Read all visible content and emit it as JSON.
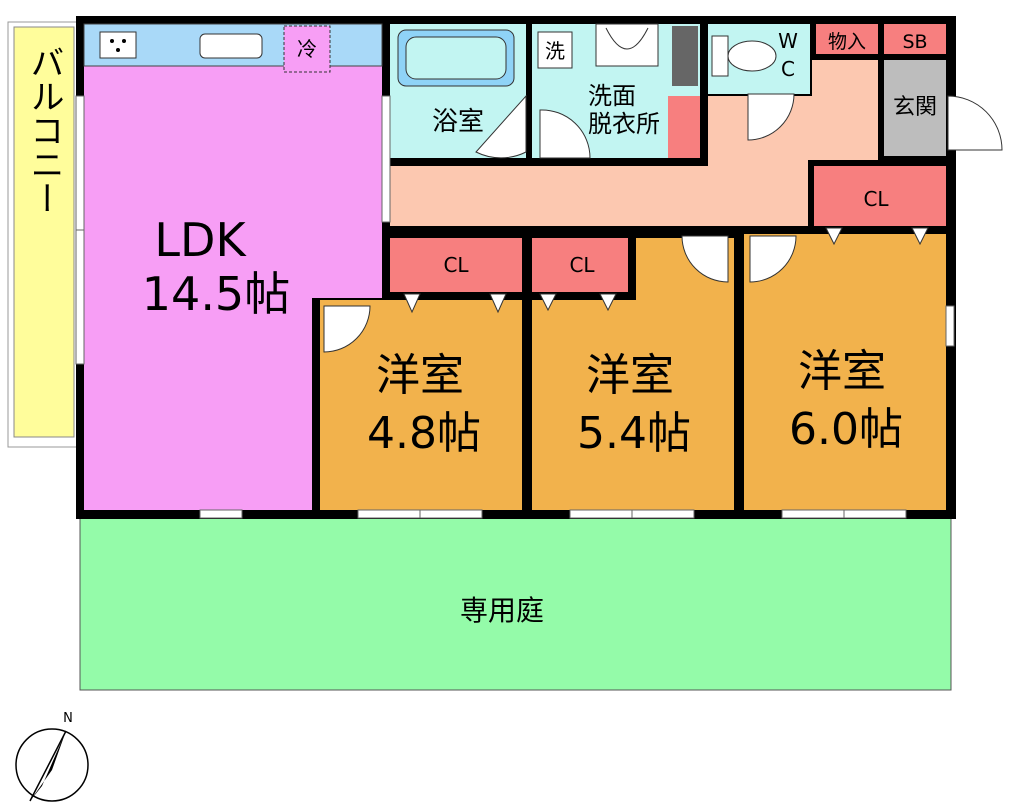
{
  "rooms": {
    "balcony": "バルコニー",
    "ldk_name": "LDK",
    "ldk_size": "14.5帖",
    "bath": "浴室",
    "washroom_line1": "洗面",
    "washroom_line2": "脱衣所",
    "washer": "洗",
    "fridge": "冷",
    "wc_line1": "W",
    "wc_line2": "C",
    "storage": "物入",
    "shoe_box": "SB",
    "entrance": "玄関",
    "closet": "CL",
    "room1_name": "洋室",
    "room1_size": "4.8帖",
    "room2_name": "洋室",
    "room2_size": "5.4帖",
    "room3_name": "洋室",
    "room3_size": "6.0帖",
    "garden": "専用庭"
  },
  "compass": {
    "north": "N"
  },
  "colors": {
    "ldk": "#f79ef5",
    "western_room": "#f2b24c",
    "hall": "#fcc8b0",
    "wet_area": "#c2f5f2",
    "closet": "#f77f7f",
    "garden": "#94fba9",
    "balcony": "#fffd9b",
    "entrance": "#bdbdbd",
    "wall": "#000000"
  }
}
